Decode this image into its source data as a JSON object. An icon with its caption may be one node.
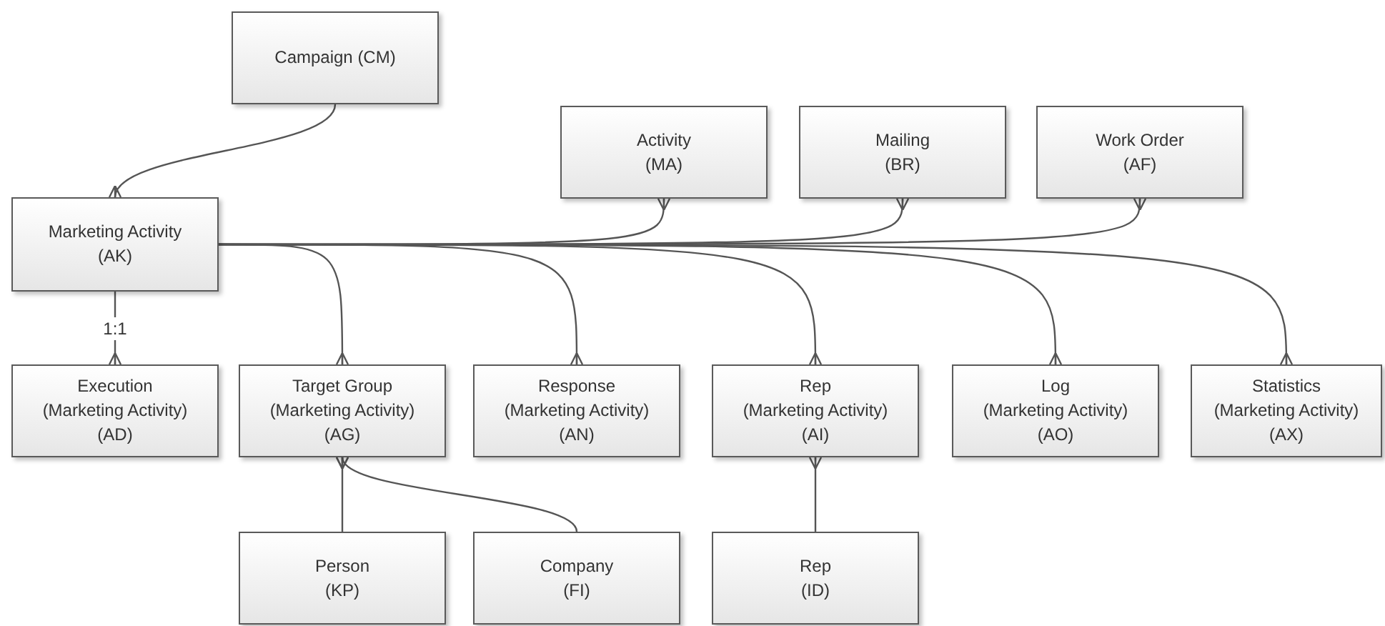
{
  "diagram": {
    "nodes": [
      {
        "text": [
          "Campaign (CM)"
        ]
      },
      {
        "text": [
          "Marketing Activity",
          "(AK)"
        ]
      },
      {
        "text": [
          "Activity",
          "(MA)"
        ]
      },
      {
        "text": [
          "Mailing",
          "(BR)"
        ]
      },
      {
        "text": [
          "Work Order",
          "(AF)"
        ]
      },
      {
        "text": [
          "Execution",
          "(Marketing Activity)",
          "(AD)"
        ]
      },
      {
        "text": [
          "Target Group",
          "(Marketing Activity)",
          "(AG)"
        ]
      },
      {
        "text": [
          "Response",
          "(Marketing Activity)",
          "(AN)"
        ]
      },
      {
        "text": [
          "Rep",
          "(Marketing Activity)",
          "(AI)"
        ]
      },
      {
        "text": [
          "Log",
          "(Marketing Activity)",
          "(AO)"
        ]
      },
      {
        "text": [
          "Statistics",
          "(Marketing Activity)",
          "(AX)"
        ]
      },
      {
        "text": [
          "Person",
          "(KP)"
        ]
      },
      {
        "text": [
          "Company",
          "(FI)"
        ]
      },
      {
        "text": [
          "Rep",
          "(ID)"
        ]
      }
    ],
    "edges": [
      {
        "from": 0,
        "to": 1,
        "arrow": "other"
      },
      {
        "from": 1,
        "to": 2,
        "arrow": "other"
      },
      {
        "from": 1,
        "to": 3,
        "arrow": "other"
      },
      {
        "from": 1,
        "to": 4,
        "arrow": "other"
      },
      {
        "from": 1,
        "to": 5,
        "arrow": "other",
        "label": "1:1"
      },
      {
        "from": 1,
        "to": 6,
        "arrow": "other"
      },
      {
        "from": 1,
        "to": 7,
        "arrow": "other"
      },
      {
        "from": 1,
        "to": 8,
        "arrow": "other"
      },
      {
        "from": 1,
        "to": 9,
        "arrow": "other"
      },
      {
        "from": 1,
        "to": 10,
        "arrow": "other"
      },
      {
        "from": 11,
        "to": 6,
        "arrow": "other"
      },
      {
        "from": 12,
        "to": 6,
        "arrow": "other"
      },
      {
        "from": 13,
        "to": 8,
        "arrow": "other"
      }
    ]
  }
}
